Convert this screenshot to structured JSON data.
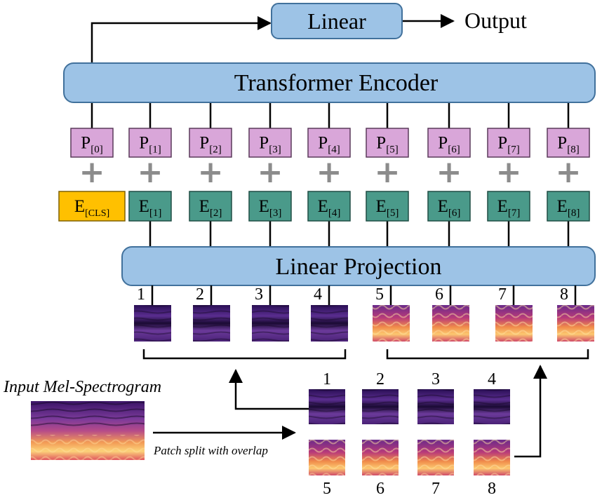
{
  "colors": {
    "blue_fill": "#9dc3e6",
    "blue_stroke": "#41719c",
    "pos_fill": "#d9a6d9",
    "pos_stroke": "#5a3a5a",
    "emb_fill": "#4a9a8a",
    "emb_stroke": "#1f4d44",
    "cls_fill": "#ffc000",
    "cls_stroke": "#7f6000",
    "plus": "#8c8c8c",
    "line": "#000000"
  },
  "linear": {
    "label": "Linear"
  },
  "output": {
    "label": "Output"
  },
  "encoder": {
    "label": "Transformer Encoder"
  },
  "projection": {
    "label": "Linear Projection"
  },
  "input_caption": "Input Mel-Spectrogram",
  "split_caption": "Patch split with overlap",
  "position_tokens": [
    {
      "main": "P",
      "sub": "[0]"
    },
    {
      "main": "P",
      "sub": "[1]"
    },
    {
      "main": "P",
      "sub": "[2]"
    },
    {
      "main": "P",
      "sub": "[3]"
    },
    {
      "main": "P",
      "sub": "[4]"
    },
    {
      "main": "P",
      "sub": "[5]"
    },
    {
      "main": "P",
      "sub": "[6]"
    },
    {
      "main": "P",
      "sub": "[7]"
    },
    {
      "main": "P",
      "sub": "[8]"
    }
  ],
  "embedding_tokens": [
    {
      "main": "E",
      "sub": "[CLS]"
    },
    {
      "main": "E",
      "sub": "[1]"
    },
    {
      "main": "E",
      "sub": "[2]"
    },
    {
      "main": "E",
      "sub": "[3]"
    },
    {
      "main": "E",
      "sub": "[4]"
    },
    {
      "main": "E",
      "sub": "[5]"
    },
    {
      "main": "E",
      "sub": "[6]"
    },
    {
      "main": "E",
      "sub": "[7]"
    },
    {
      "main": "E",
      "sub": "[8]"
    }
  ],
  "plus_symbol": "+",
  "patch_numbers": [
    "1",
    "2",
    "3",
    "4",
    "5",
    "6",
    "7",
    "8"
  ],
  "split_numbers_top": [
    "1",
    "2",
    "3",
    "4"
  ],
  "split_numbers_bottom": [
    "5",
    "6",
    "7",
    "8"
  ]
}
